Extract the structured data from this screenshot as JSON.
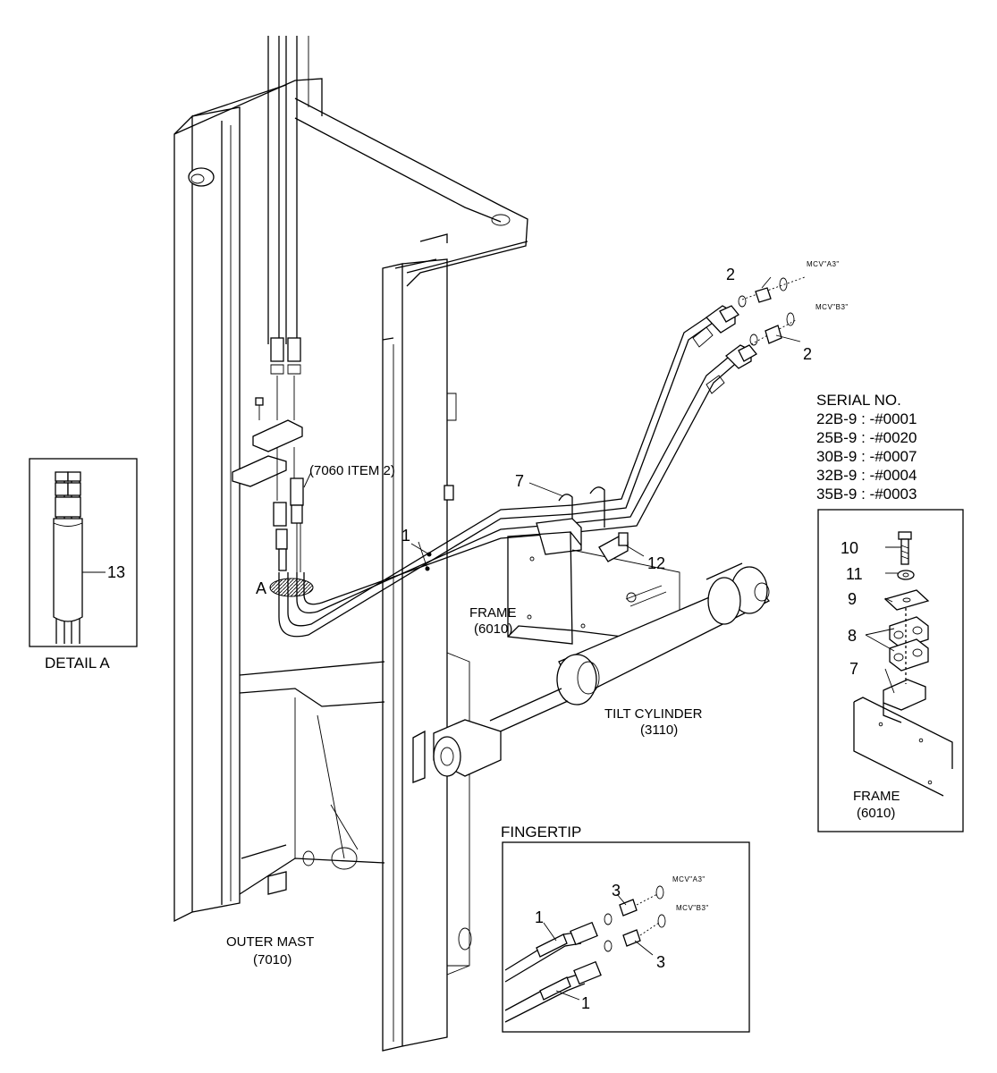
{
  "callouts": {
    "c1_main": "1",
    "c2_top": "2",
    "c2_mid": "2",
    "c7_main": "7",
    "c12": "12",
    "a_marker": "A",
    "c13": "13",
    "c10": "10",
    "c11": "11",
    "c9": "9",
    "c8": "8",
    "c7_detail": "7",
    "c3_top": "3",
    "c3_bottom": "3",
    "c1_finger_top": "1",
    "c1_finger_bottom": "1"
  },
  "ports": {
    "a3": "MCV\"A3\"",
    "b3": "MCV\"B3\"",
    "a3_finger": "MCV\"A3\"",
    "b3_finger": "MCV\"B3\""
  },
  "labels": {
    "item_ref": "(7060 ITEM 2)",
    "frame_name": "FRAME",
    "frame_code": "(6010)",
    "tilt_name": "TILT CYLINDER",
    "tilt_code": "(3110)",
    "mast_name": "OUTER MAST",
    "mast_code": "(7010)",
    "detail_a": "DETAIL A",
    "fingertip": "FINGERTIP",
    "inset_frame_name": "FRAME",
    "inset_frame_code": "(6010)"
  },
  "serial": {
    "heading": "SERIAL NO.",
    "rows": [
      "22B-9 : -#0001",
      "25B-9 : -#0020",
      "30B-9 : -#0007",
      "32B-9 : -#0004",
      "35B-9 : -#0003"
    ]
  }
}
